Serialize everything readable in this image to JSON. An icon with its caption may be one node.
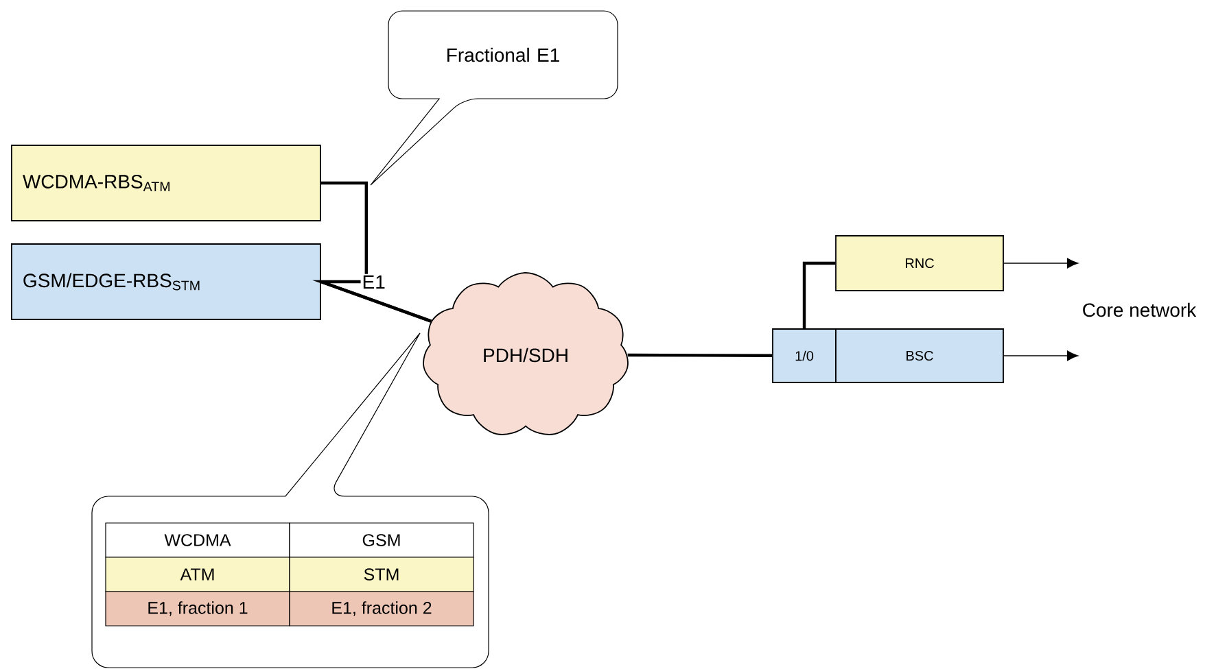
{
  "diagram": {
    "nodes": [
      {
        "text": [
          "WCDMA-RBS$_{ATM}$"
        ]
      },
      {
        "text": [
          "GSM/EDGE-RBS$_{STM}$"
        ]
      },
      {
        "text": [
          "PDH/SDH"
        ]
      },
      {
        "text": [
          "1/0"
        ]
      },
      {
        "text": [
          "BSC"
        ]
      },
      {
        "text": [
          "RNC"
        ]
      },
      {
        "text": [
          "Fractional E1"
        ]
      },
      {
        "text": [],
        "shape": "callout"
      },
      {
        "text": [
          "WCDMA"
        ],
        "in": 7
      },
      {
        "text": [
          "GSM"
        ],
        "in": 7
      },
      {
        "text": [
          "ATM"
        ],
        "in": 7
      },
      {
        "text": [
          "STM"
        ],
        "in": 7
      },
      {
        "text": [
          "E1, fraction 1"
        ],
        "in": 7
      },
      {
        "text": [
          "E1, fraction 2"
        ],
        "in": 7
      }
    ],
    "edges": [
      {
        "from": 0,
        "to": 2,
        "arrow": "none"
      },
      {
        "from": 1,
        "to": 2,
        "arrow": "none",
        "label": "E1"
      },
      {
        "from": 2,
        "to": 3,
        "arrow": "none"
      },
      {
        "from": 3,
        "to": 5,
        "arrow": "none"
      },
      {
        "from": 5,
        "to": null,
        "arrow": "to"
      },
      {
        "from": 4,
        "to": null,
        "arrow": "to"
      }
    ],
    "labels": [
      "Core network"
    ]
  }
}
